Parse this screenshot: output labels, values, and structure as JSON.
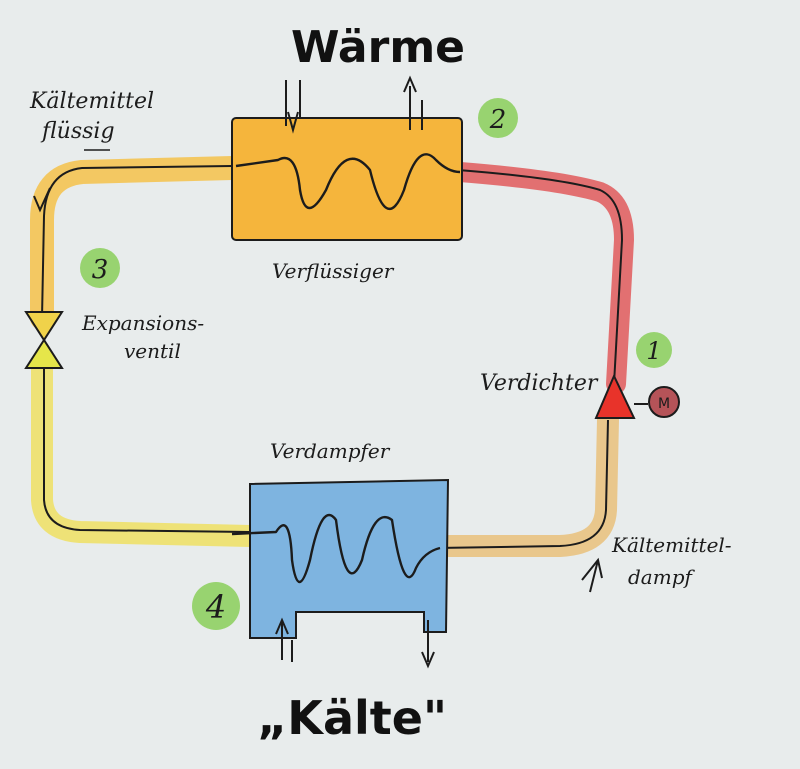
{
  "title_top": "Wärme",
  "title_bottom": "„Kälte\"",
  "labels": {
    "liquid_refrigerant_line1": "Kältemittel",
    "liquid_refrigerant_line2": "flüssig",
    "condenser": "Verflüssiger",
    "expansion_valve_line1": "Expansions-",
    "expansion_valve_line2": "ventil",
    "compressor": "Verdichter",
    "motor": "M",
    "evaporator": "Verdampfer",
    "vapor_refrigerant_line1": "Kältemittel-",
    "vapor_refrigerant_line2": "dampf"
  },
  "steps": {
    "compressor": "1",
    "condenser": "2",
    "expansion": "3",
    "evaporator": "4"
  },
  "colors": {
    "background": "#e8ecec",
    "condenser": "#f5b53c",
    "evaporator": "#7eb4e0",
    "hot_gas_line": "#e15a5c",
    "liquid_line": "#f5c24a",
    "suction_line": "#e9c382",
    "expansion_line": "#efe063",
    "compressor": "#e8332a",
    "motor": "#b55358",
    "step_circle": "#8fd063",
    "ink": "#1c1c1c"
  }
}
